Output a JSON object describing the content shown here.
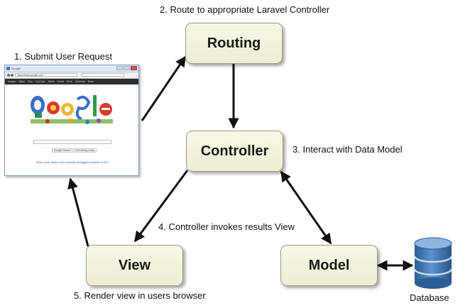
{
  "diagram": {
    "steps": {
      "step1": "1. Submit User Request",
      "step2": "2. Route to appropriate Laravel Controller",
      "step3": "3. Interact with Data Model",
      "step4": "4. Controller invokes results View",
      "step5": "5. Render view in users browser"
    },
    "nodes": {
      "routing": "Routing",
      "controller": "Controller",
      "view": "View",
      "model": "Model",
      "database": "Database"
    },
    "browser": {
      "tab_title": "Google",
      "url": "https://www.google.com",
      "menu_items": [
        "Images",
        "Maps",
        "Play",
        "YouTube",
        "News",
        "Gmail",
        "Drive",
        "Calendar",
        "More"
      ],
      "search_button": "Google Search",
      "lucky_button": "I'm Feeling Lucky",
      "footer_text": "What a year.",
      "footer_link": "Search and remember the biggest moments of 2012"
    },
    "colors": {
      "box_fill": "#f4f4de",
      "arrow": "#111111",
      "database_blue": "#3f77b3"
    }
  }
}
